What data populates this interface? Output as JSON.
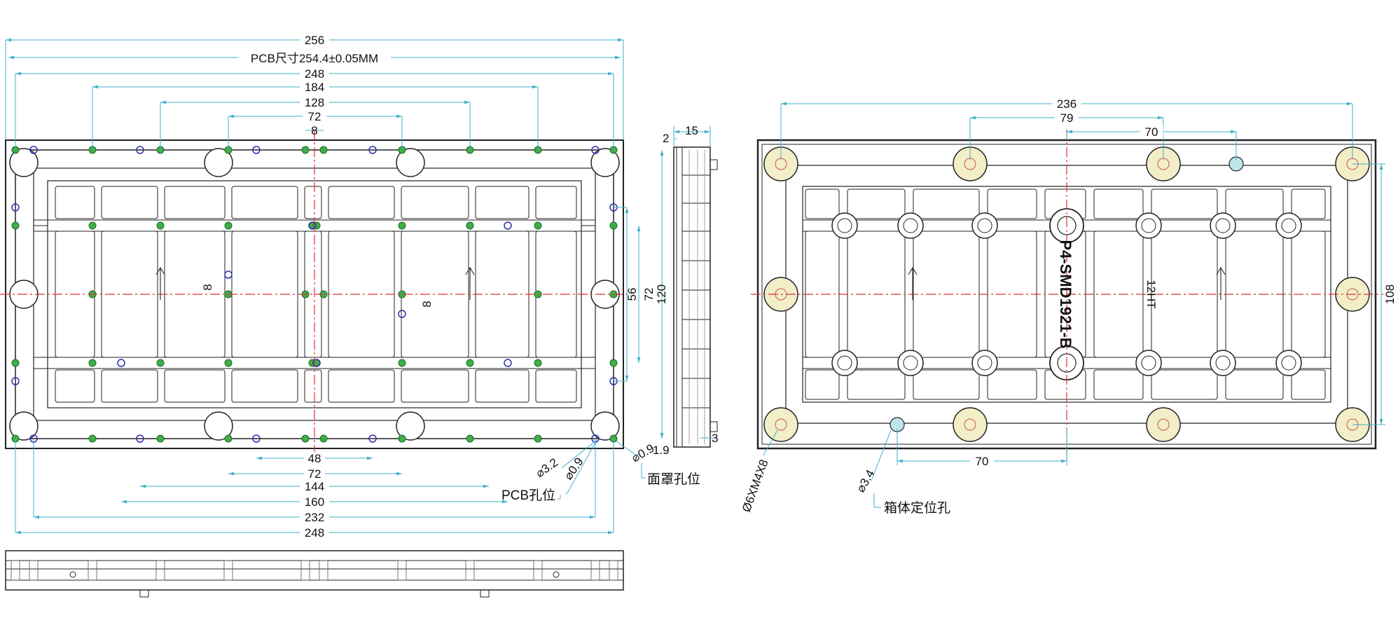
{
  "colors": {
    "dimension_line": "#3fb0c9",
    "outline": "#222222",
    "center_line": "#dd3333",
    "pcb_hole": "#2f2fb0",
    "mask_hole": "#3fae4a",
    "screw_boss": "#f1eec8"
  },
  "front_view": {
    "dims_top": {
      "d256": "256",
      "pcb_size": "PCB尺寸254.4±0.05MM",
      "d248": "248",
      "d184": "184",
      "d128": "128",
      "d72": "72",
      "d8": "8"
    },
    "dims_bottom": {
      "d48": "48",
      "d72": "72",
      "d144": "144",
      "d160": "160",
      "d232": "232",
      "d248": "248"
    },
    "dims_right": {
      "d56": "56",
      "d72": "72",
      "d120": "120"
    },
    "dims_inner": {
      "d8_left": "8",
      "d8_mid": "8"
    },
    "callouts": {
      "phi32": "⌀3.2",
      "phi09_a": "⌀0.9",
      "phi09_b": "⌀0.9",
      "d19": "1.9",
      "pcb_hole": "PCB孔位",
      "mask_hole": "面罩孔位"
    }
  },
  "side_view": {
    "d2": "2",
    "d15": "15",
    "d3": "3"
  },
  "back_view": {
    "dims": {
      "d236": "236",
      "d79": "79",
      "d70_top": "70",
      "d108": "108",
      "d70_bottom": "70"
    },
    "callouts": {
      "screw": "Ø6XM4X8",
      "phi34": "⌀3.4",
      "locate_hole": "箱体定位孔"
    },
    "model": "P4-SMD1921-B",
    "mark": "12HT"
  }
}
